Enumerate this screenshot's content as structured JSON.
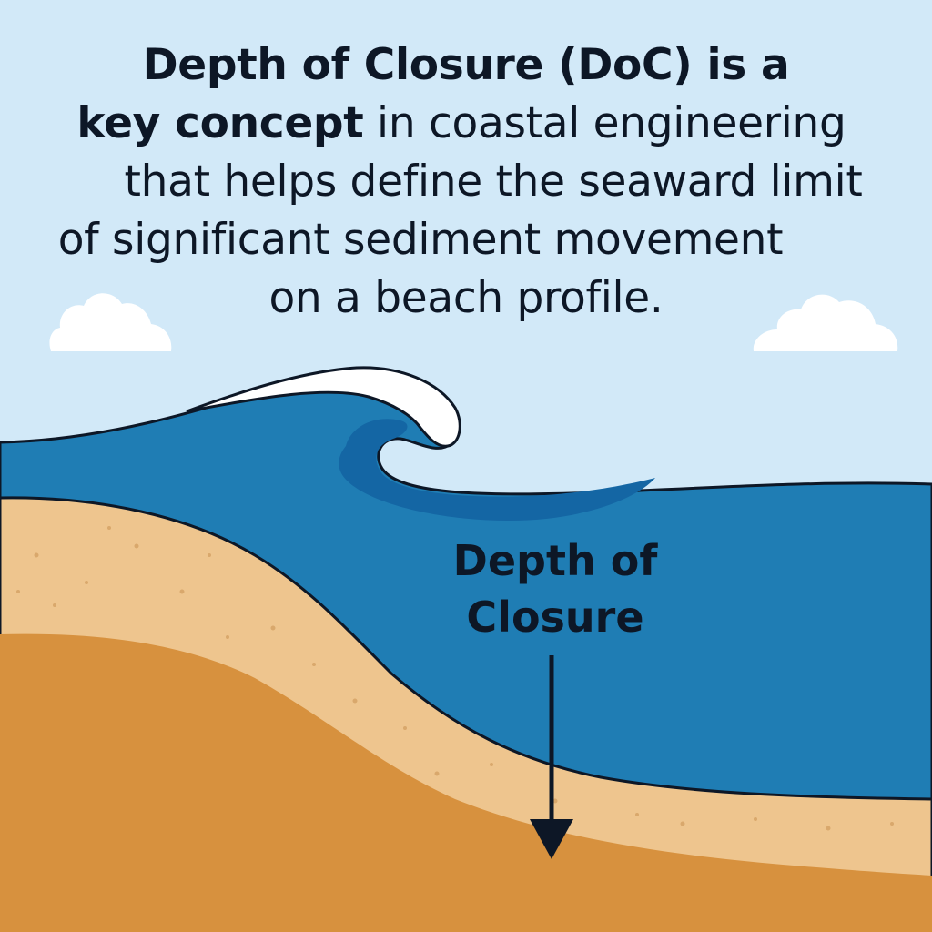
{
  "headline": {
    "line1": "Depth of Closure (DoC) is a",
    "line2_bold": "key concept",
    "line2_rest": " in coastal engineering",
    "line3": "that helps define the seaward limit",
    "line4": "of significant sediment movement",
    "line5": "on a beach profile."
  },
  "label": {
    "line1": "Depth of",
    "line2": "Closure"
  },
  "colors": {
    "sky": "#d2e9f8",
    "water": "#1f7db4",
    "wave_shadow": "#1466a4",
    "foam": "#ffffff",
    "sand_light": "#eec58e",
    "sand_dark": "#d7913e",
    "ink": "#0d1726"
  }
}
